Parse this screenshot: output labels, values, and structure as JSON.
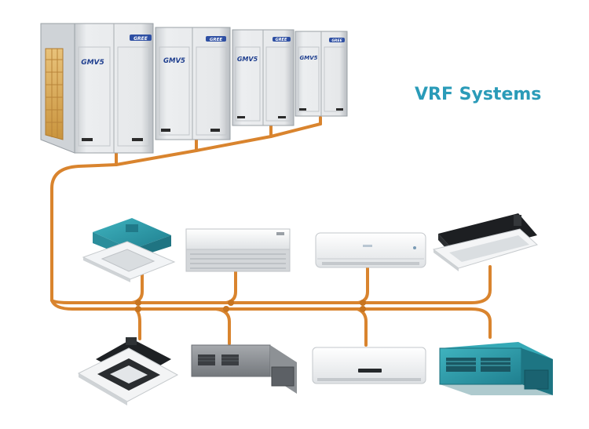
{
  "title": "VRF Systems",
  "brand": {
    "badge_text": "GREE",
    "model_text": "GMV5"
  },
  "colors": {
    "pipe": "#d9842e",
    "title": "#2a9bb8",
    "unit_body": "#e4e6e8",
    "badge": "#2e4fa3"
  },
  "outdoor_units": [
    {
      "name": "outdoor-unit-1"
    },
    {
      "name": "outdoor-unit-2"
    },
    {
      "name": "outdoor-unit-3"
    },
    {
      "name": "outdoor-unit-4"
    }
  ],
  "indoor_units_top_row": [
    {
      "type": "ceiling-cassette-teal"
    },
    {
      "type": "floor-ceiling-unit"
    },
    {
      "type": "wall-mounted-split"
    },
    {
      "type": "one-way-cassette"
    }
  ],
  "indoor_units_bottom_row": [
    {
      "type": "four-way-cassette"
    },
    {
      "type": "ducted-unit-gray"
    },
    {
      "type": "wall-mounted-split-display"
    },
    {
      "type": "ducted-unit-teal"
    }
  ]
}
